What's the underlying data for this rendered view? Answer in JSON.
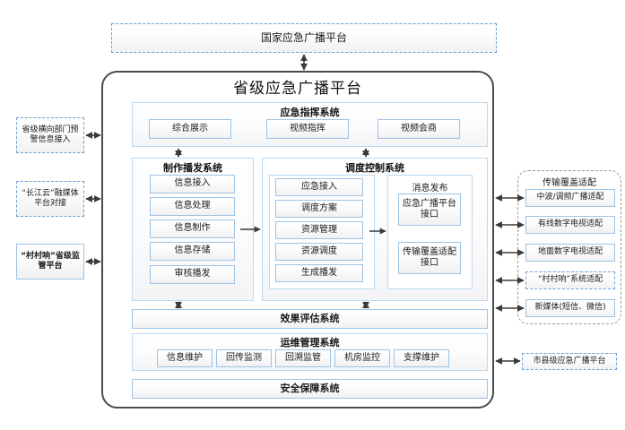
{
  "diagram": {
    "national_platform": {
      "label": "国家应急广播平台"
    },
    "provincial_platform": {
      "title": "省级应急广播平台"
    },
    "command_system": {
      "title": "应急指挥系统",
      "items": [
        {
          "label": "综合展示"
        },
        {
          "label": "视频指挥"
        },
        {
          "label": "视频会商"
        }
      ]
    },
    "production_system": {
      "title": "制作播发系统",
      "items": [
        {
          "label": "信息接入"
        },
        {
          "label": "信息处理"
        },
        {
          "label": "信息制作"
        },
        {
          "label": "信息存储"
        },
        {
          "label": "审核播发"
        }
      ]
    },
    "dispatch_system": {
      "title": "调度控制系统",
      "items": [
        {
          "label": "应急接入"
        },
        {
          "label": "调度方案"
        },
        {
          "label": "资源管理"
        },
        {
          "label": "资源调度"
        },
        {
          "label": "生成播发"
        }
      ],
      "message_release": {
        "title": "消息发布",
        "items": [
          {
            "label": "应急广播平台接口"
          },
          {
            "label": "传输覆盖适配接口"
          }
        ]
      }
    },
    "evaluation_system": {
      "title": "效果评估系统"
    },
    "ops_system": {
      "title": "运维管理系统",
      "items": [
        {
          "label": "信息维护"
        },
        {
          "label": "回传监测"
        },
        {
          "label": "回溯监管"
        },
        {
          "label": "机房监控"
        },
        {
          "label": "支撑维护"
        }
      ]
    },
    "security_system": {
      "title": "安全保障系统"
    },
    "left_inputs": [
      {
        "label": "省级横向部门预警信息接入",
        "style": "dashed"
      },
      {
        "label": "“长江云”融媒体平台对接",
        "style": "dashed"
      },
      {
        "label": "“村村响”省级监管平台",
        "style": "solid"
      }
    ],
    "transmission_panel": {
      "title": "传输覆盖适配",
      "items": [
        {
          "label": "中波/调频广播适配",
          "style": "solid"
        },
        {
          "label": "有线数字电视适配",
          "style": "solid"
        },
        {
          "label": "地面数字电视适配",
          "style": "solid"
        },
        {
          "label": "“村村响”系统适配",
          "style": "dashed"
        },
        {
          "label": "新媒体(短信、微信)",
          "style": "solid"
        }
      ]
    },
    "city_platform": {
      "label": "市县级应急广播平台"
    },
    "colors": {
      "frame_border": "#4a4a4a",
      "box_border": "#9dc3e6",
      "dashed_border": "#6c9fd4",
      "arrow": "#3a3a3a",
      "panel_border": "#9b9b9b"
    }
  }
}
